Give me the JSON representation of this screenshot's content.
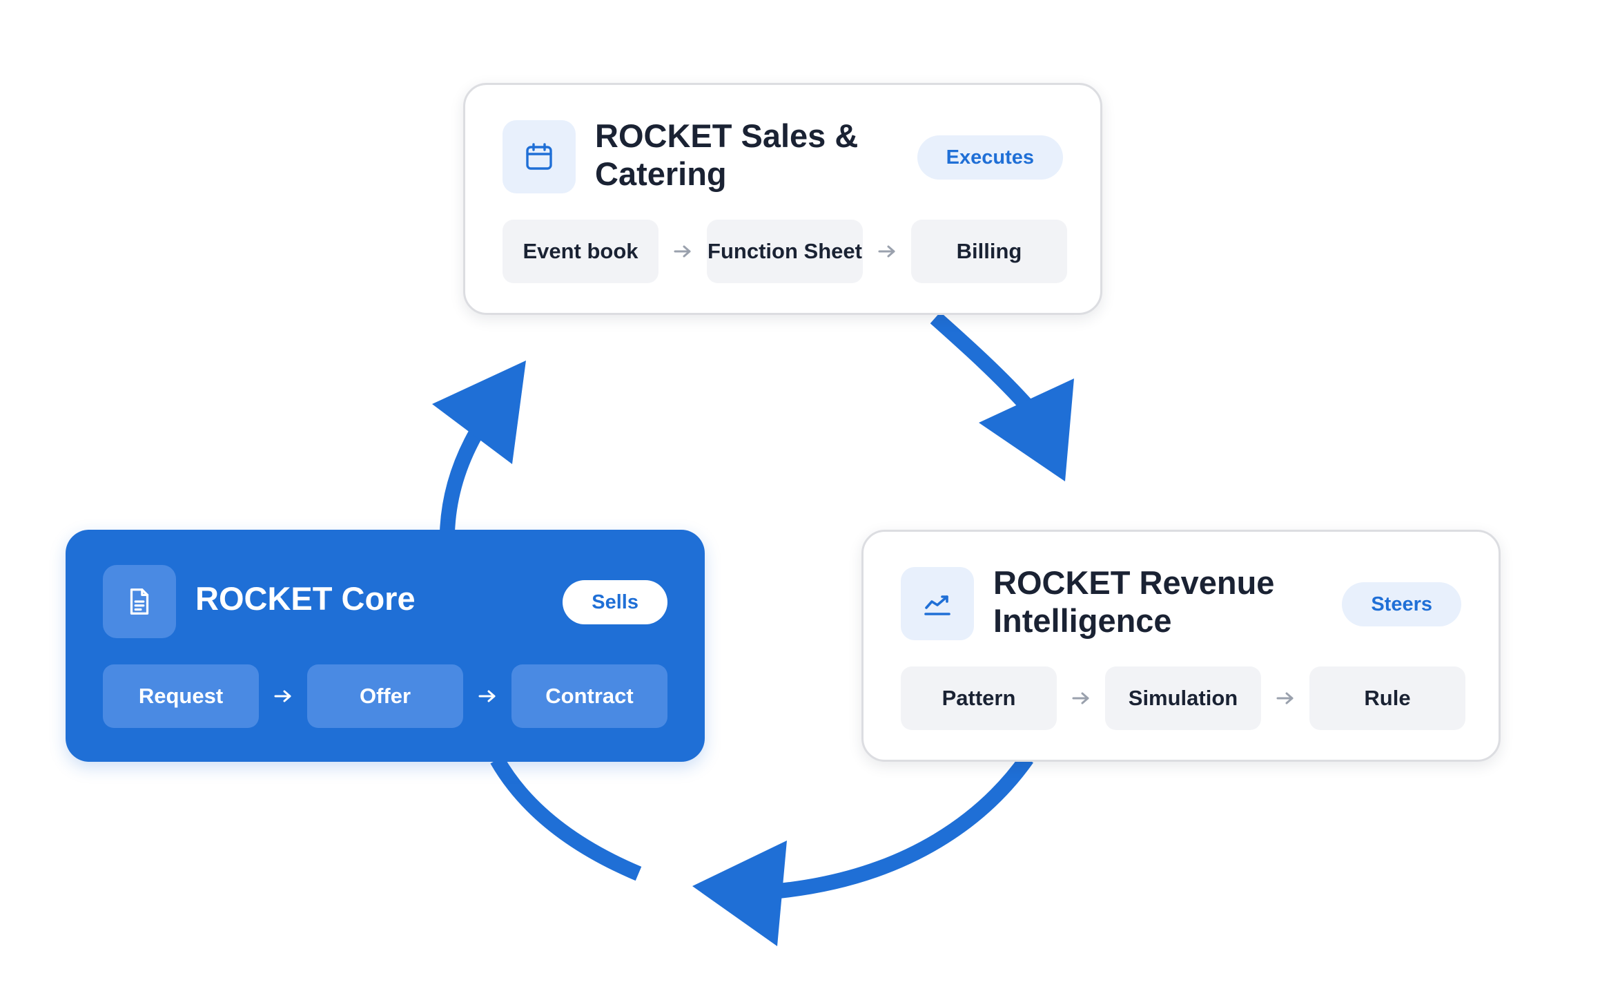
{
  "colors": {
    "accent": "#1f6fd6",
    "accent_light": "#e8f0fc",
    "step_bg": "#f2f3f6",
    "text_dark": "#1a2233",
    "step_arrow": "#9aa1ad"
  },
  "cards": {
    "sales": {
      "title": "ROCKET Sales & Catering",
      "badge": "Executes",
      "icon": "calendar-icon",
      "steps": [
        "Event book",
        "Function Sheet",
        "Billing"
      ]
    },
    "core": {
      "title": "ROCKET Core",
      "badge": "Sells",
      "icon": "document-icon",
      "steps": [
        "Request",
        "Offer",
        "Contract"
      ]
    },
    "revenue": {
      "title": "ROCKET Revenue Intelligence",
      "badge": "Steers",
      "icon": "trend-chart-icon",
      "steps": [
        "Pattern",
        "Simulation",
        "Rule"
      ]
    }
  },
  "cycle": [
    "core",
    "sales",
    "revenue",
    "core"
  ]
}
